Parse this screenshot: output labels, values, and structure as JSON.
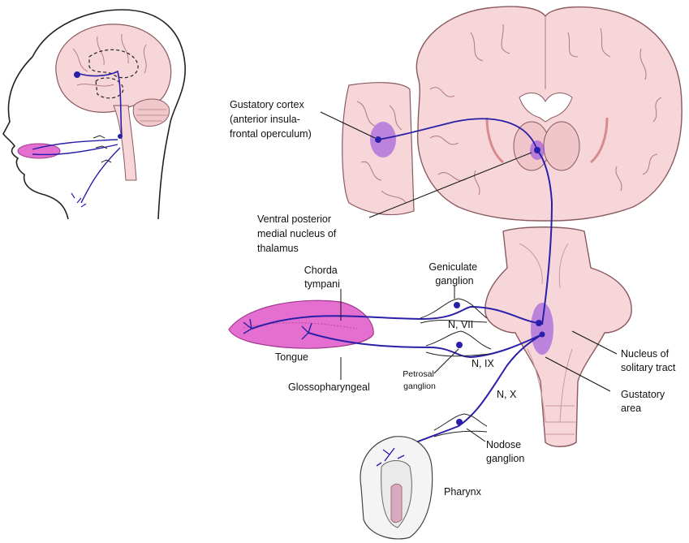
{
  "colors": {
    "tissue": "#f6d6d8",
    "tissue_dark": "#e9b1b6",
    "tissue_outline": "#8a5a60",
    "pathway": "#2a1fa8",
    "highlight": "#8a3fe0",
    "tongue": "#e56fd0"
  },
  "labels": {
    "gustatory_cortex": [
      "Gustatory cortex",
      "(anterior insula-",
      "frontal operculum)"
    ],
    "vpm_thalamus": [
      "Ventral posterior",
      "medial nucleus of",
      "thalamus"
    ],
    "chorda_tympani": [
      "Chorda",
      "tympani"
    ],
    "geniculate_ganglion": [
      "Geniculate",
      "ganglion"
    ],
    "n_vii": "N, VII",
    "n_ix": "N, IX",
    "n_x": "N, X",
    "tongue": "Tongue",
    "glossopharyngeal": "Glossopharyngeal",
    "petrosal_ganglion": [
      "Petrosal",
      "ganglion"
    ],
    "nucleus_solitary_tract": [
      "Nucleus of",
      "solitary tract"
    ],
    "gustatory_area": [
      "Gustatory",
      "area"
    ],
    "nodose_ganglion": [
      "Nodose",
      "ganglion"
    ],
    "pharynx": "Pharynx"
  }
}
